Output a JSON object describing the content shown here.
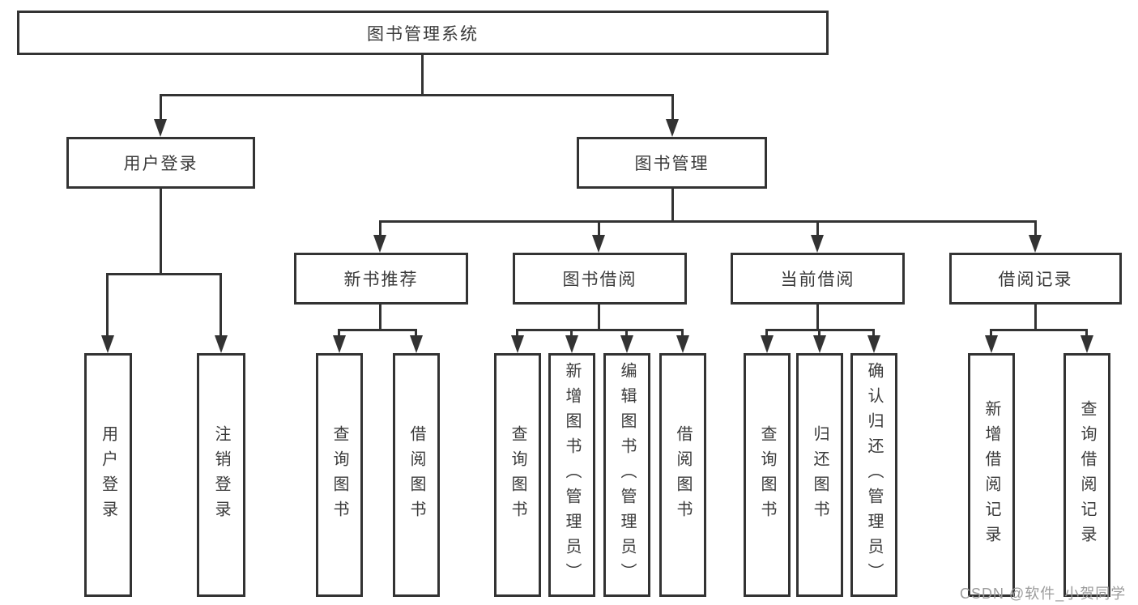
{
  "diagram": {
    "type": "tree-diagram",
    "colors": {
      "line": "#333333",
      "text": "#3a3a3a",
      "box_background": "#ffffff",
      "watermark": "#9b9b9b"
    },
    "nodes": {
      "root": "图书管理系统",
      "level2": [
        "用户登录",
        "图书管理"
      ],
      "level3": [
        "新书推荐",
        "图书借阅",
        "当前借阅",
        "借阅记录"
      ],
      "leaves_group1": [
        "用户登录",
        "注销登录"
      ],
      "leaves_group2": [
        "查询图书",
        "借阅图书"
      ],
      "leaves_group3": [
        "查询图书",
        "新增图书（管理员）",
        "编辑图书（管理员）",
        "借阅图书"
      ],
      "leaves_group4": [
        "查询图书",
        "归还图书",
        "确认归还（管理员）"
      ],
      "leaves_group5": [
        "新增借阅记录",
        "查询借阅记录"
      ]
    },
    "edges": [
      [
        "图书管理系统",
        "用户登录"
      ],
      [
        "图书管理系统",
        "图书管理"
      ],
      [
        "用户登录",
        "用户登录(叶)"
      ],
      [
        "用户登录",
        "注销登录"
      ],
      [
        "图书管理",
        "新书推荐"
      ],
      [
        "图书管理",
        "图书借阅"
      ],
      [
        "图书管理",
        "当前借阅"
      ],
      [
        "图书管理",
        "借阅记录"
      ],
      [
        "新书推荐",
        "查询图书"
      ],
      [
        "新书推荐",
        "借阅图书"
      ],
      [
        "图书借阅",
        "查询图书"
      ],
      [
        "图书借阅",
        "新增图书（管理员）"
      ],
      [
        "图书借阅",
        "编辑图书（管理员）"
      ],
      [
        "图书借阅",
        "借阅图书"
      ],
      [
        "当前借阅",
        "查询图书"
      ],
      [
        "当前借阅",
        "归还图书"
      ],
      [
        "当前借阅",
        "确认归还（管理员）"
      ],
      [
        "借阅记录",
        "新增借阅记录"
      ],
      [
        "借阅记录",
        "查询借阅记录"
      ]
    ],
    "watermark": "CSDN @软件_小贺同学"
  }
}
